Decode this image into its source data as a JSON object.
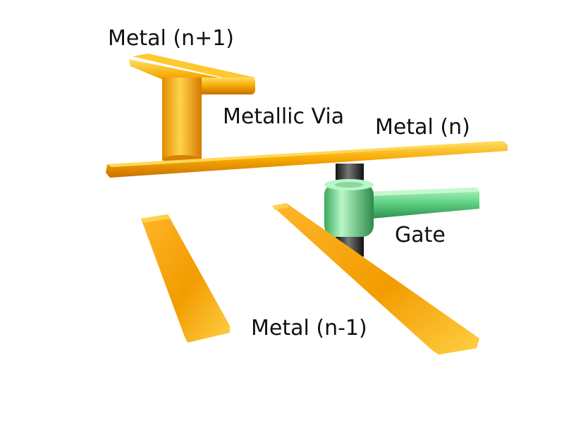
{
  "labels": {
    "metal_n_plus_1": "Metal (n+1)",
    "metallic_via": "Metallic Via",
    "metal_n": "Metal (n)",
    "gate": "Gate",
    "metal_n_minus_1": "Metal (n-1)"
  },
  "colors": {
    "metal_light": "#ffd24a",
    "metal_mid": "#f5a300",
    "metal_dark": "#c86f00",
    "gate_light": "#a9f0b8",
    "gate_mid": "#55c979",
    "gate_dark": "#2f8f4e",
    "contact_dark": "#1c1c1c",
    "contact_light": "#6d6d6d"
  }
}
